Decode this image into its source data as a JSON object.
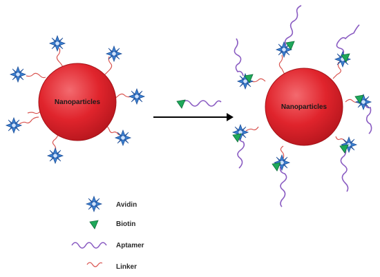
{
  "diagram": {
    "left_particle": {
      "label": "Nanoparticles"
    },
    "right_particle": {
      "label": "Nanoparticles"
    }
  },
  "legend": {
    "items": [
      {
        "key": "avidin",
        "label": "Avidin"
      },
      {
        "key": "biotin",
        "label": "Biotin"
      },
      {
        "key": "aptamer",
        "label": "Aptamer"
      },
      {
        "key": "linker",
        "label": "Linker"
      }
    ]
  },
  "colors": {
    "particle_fill": "#e0242c",
    "particle_shadow": "#a31218",
    "avidin_blue": "#3a7fd0",
    "avidin_dark": "#1e4f99",
    "biotin_green": "#1ea85a",
    "aptamer_purple": "#8a5cc2",
    "linker_red": "#d9534f",
    "arrow": "#000000"
  }
}
